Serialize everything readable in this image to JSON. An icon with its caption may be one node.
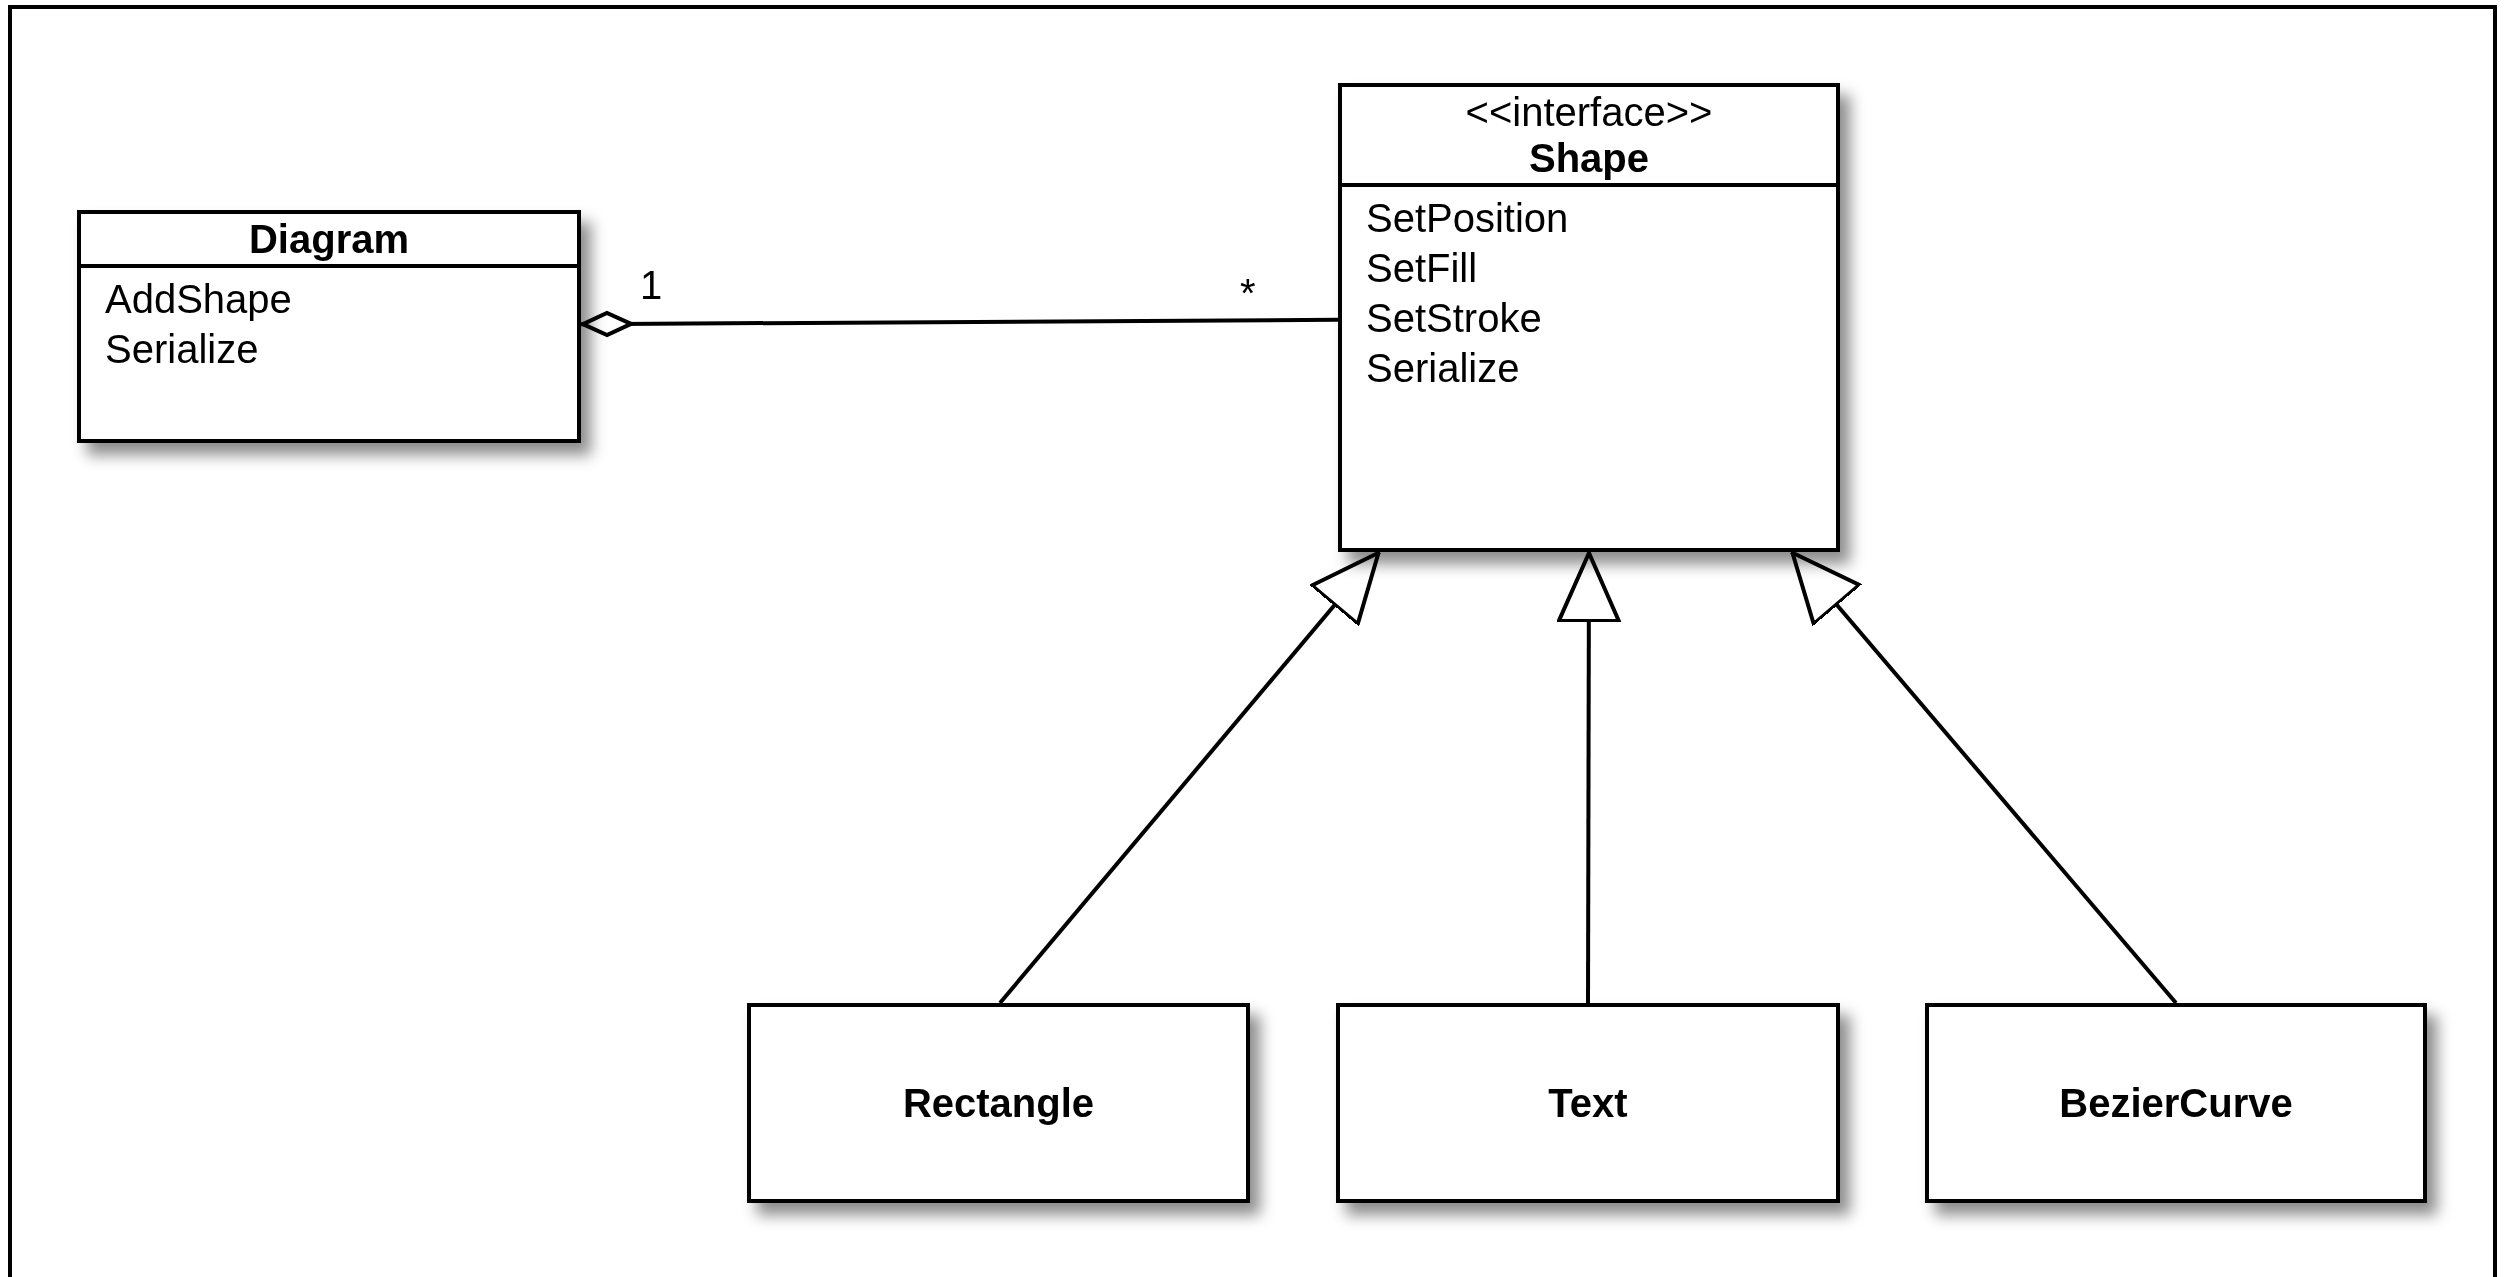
{
  "diagram": {
    "nodes": [
      {
        "text": [
          "Diagram",
          "AddShape",
          "Serialize"
        ]
      },
      {
        "text": [
          "<<interface>>",
          "Shape",
          "SetPosition",
          "SetFill",
          "SetStroke",
          "Serialize"
        ]
      },
      {
        "text": [
          "Rectangle"
        ]
      },
      {
        "text": [
          "Text"
        ]
      },
      {
        "text": [
          "BezierCurve"
        ]
      }
    ],
    "edges": [
      {
        "from": 0,
        "to": 1,
        "arrow": "other"
      },
      {
        "from": 2,
        "to": 1,
        "arrow": "to"
      },
      {
        "from": 3,
        "to": 1,
        "arrow": "to"
      },
      {
        "from": 4,
        "to": 1,
        "arrow": "to"
      }
    ],
    "labels": [
      "1",
      "*"
    ]
  }
}
